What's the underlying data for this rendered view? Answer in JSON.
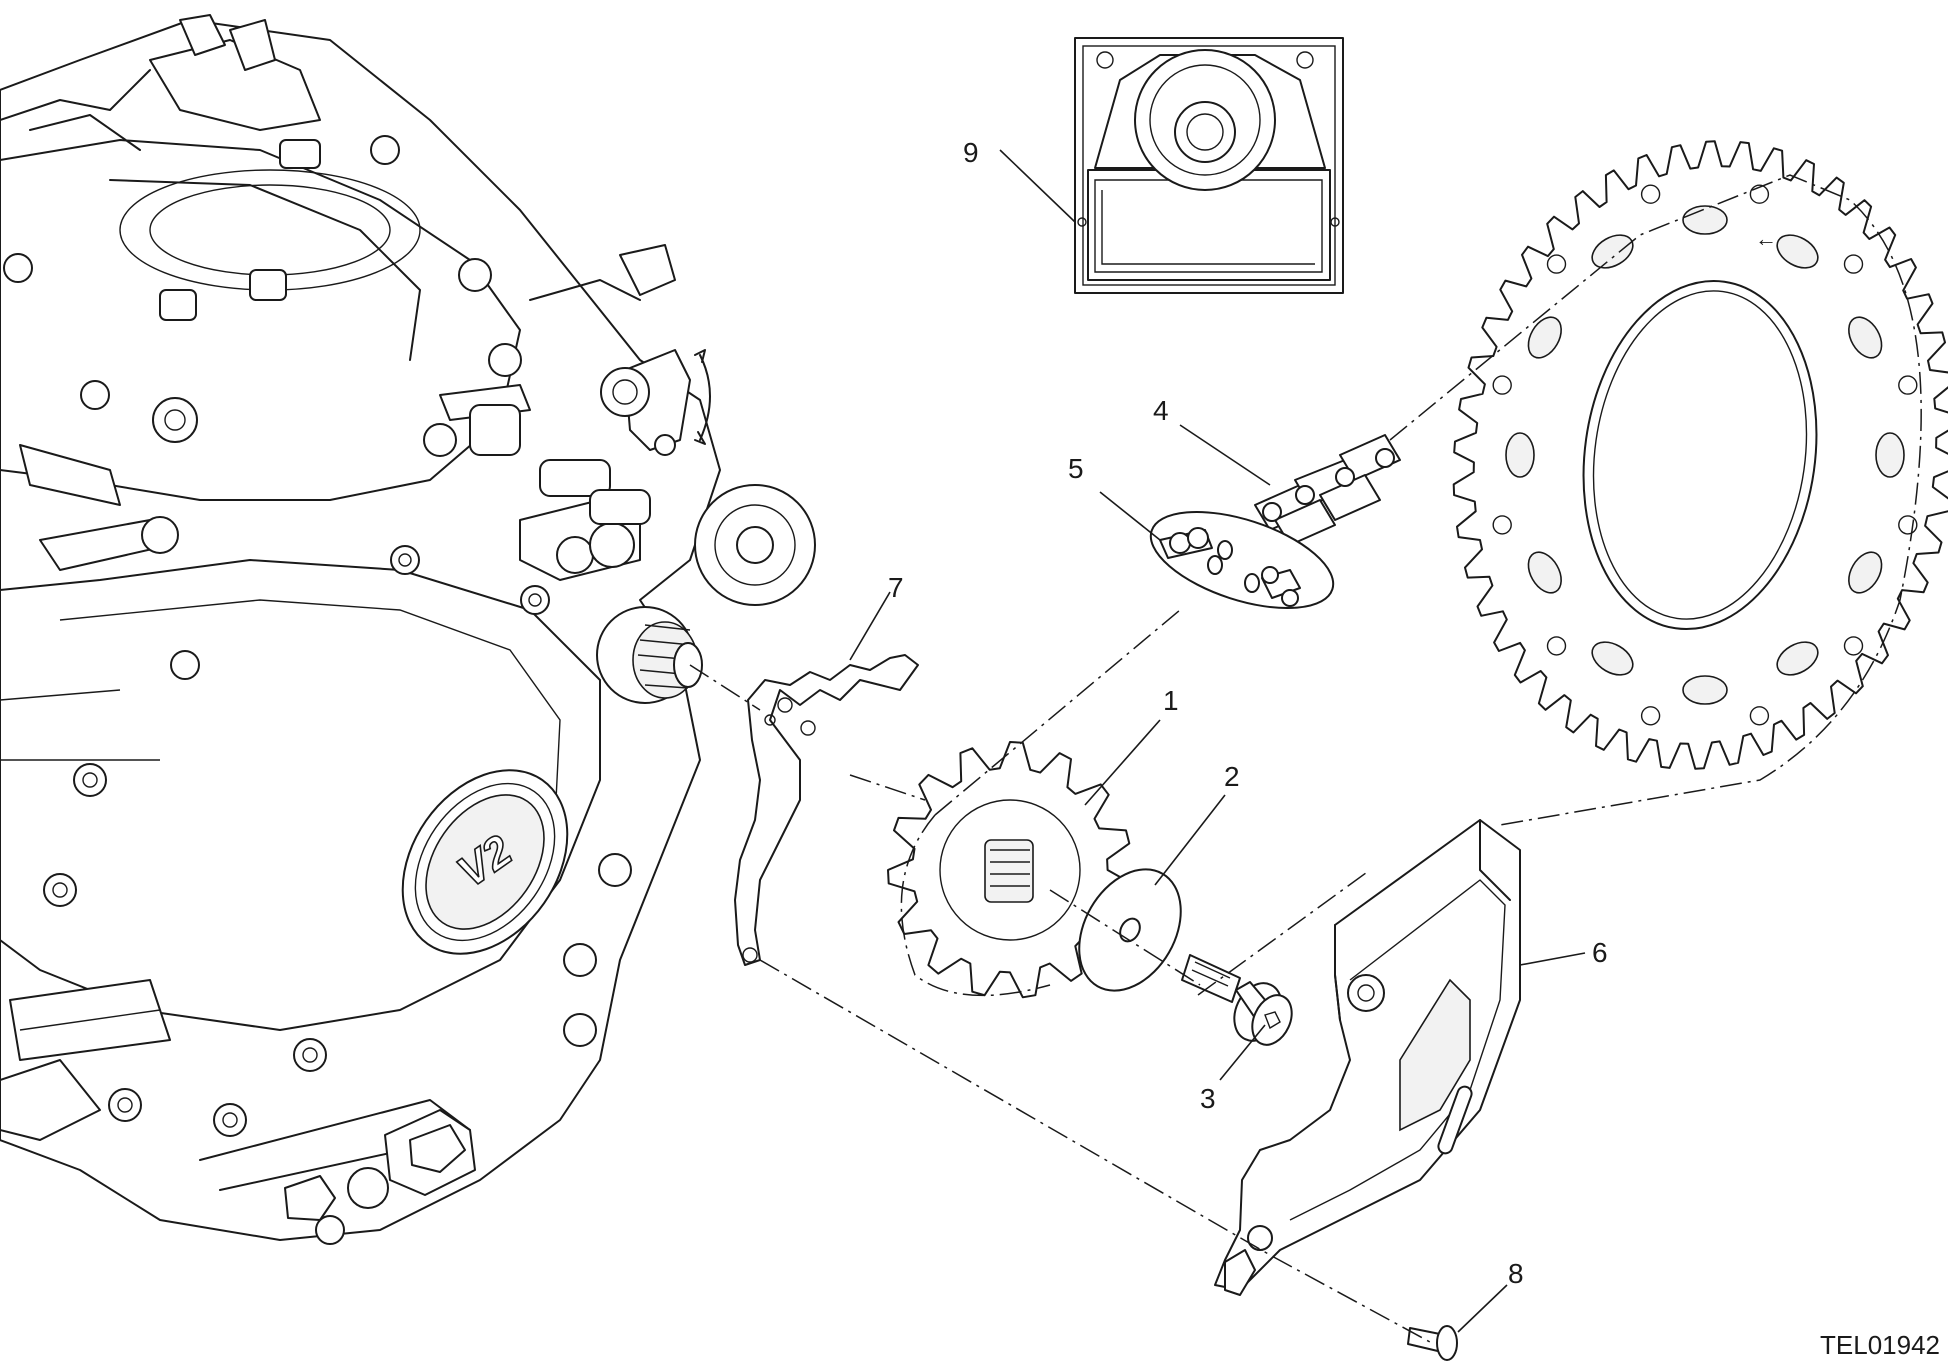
{
  "callouts": [
    {
      "id": "1",
      "label": "1"
    },
    {
      "id": "2",
      "label": "2"
    },
    {
      "id": "3",
      "label": "3"
    },
    {
      "id": "4",
      "label": "4"
    },
    {
      "id": "5",
      "label": "5"
    },
    {
      "id": "6",
      "label": "6"
    },
    {
      "id": "7",
      "label": "7"
    },
    {
      "id": "8",
      "label": "8"
    },
    {
      "id": "9",
      "label": "9"
    }
  ],
  "engine_marking": "V2",
  "drawing_code": "TEL01942"
}
